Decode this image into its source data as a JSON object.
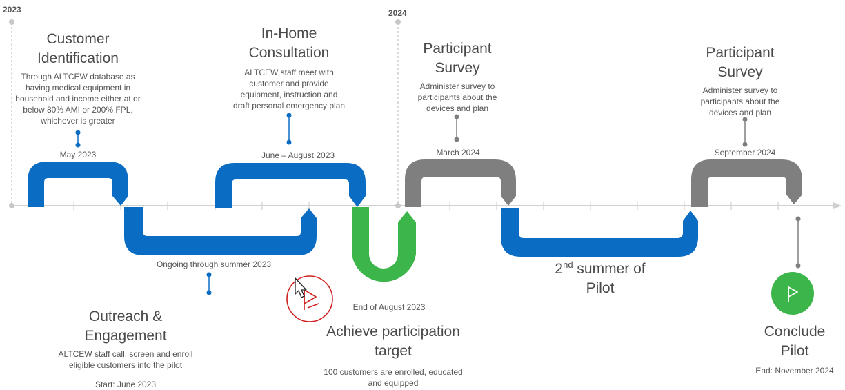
{
  "years": [
    "2023",
    "2024"
  ],
  "colors": {
    "blue": "#0a6cc2",
    "green": "#3cb54a",
    "gray": "#7f7f80",
    "axis": "#d0d0d0",
    "red": "#d02020"
  },
  "milestones": [
    {
      "title": "Customer Identification",
      "title_l1": "Customer",
      "title_l2": "Identification",
      "body": [
        "Through ALTCEW database as",
        "having medical equipment in",
        "household and income either at or",
        "below 80% AMI or 200% FPL,",
        "whichever is greater"
      ],
      "date": "May 2023"
    },
    {
      "title": "In-Home Consultation",
      "title_l1": "In-Home",
      "title_l2": "Consultation",
      "body": [
        "ALTCEW staff meet with",
        "customer and provide",
        "equipment, instruction and",
        "draft personal emergency plan"
      ],
      "date": "June – August 2023"
    },
    {
      "title": "Participant Survey",
      "title_l1": "Participant",
      "title_l2": "Survey",
      "body": [
        "Administer survey to",
        "participants about the",
        "devices and plan"
      ],
      "date": "March 2024"
    },
    {
      "title": "Participant Survey",
      "title_l1": "Participant",
      "title_l2": "Survey",
      "body": [
        "Administer survey to",
        "participants about the",
        "devices and plan"
      ],
      "date": "September 2024"
    },
    {
      "title": "Outreach & Engagement",
      "title_l1": "Outreach &",
      "title_l2": "Engagement",
      "body": [
        "ALTCEW staff call, screen and enroll",
        "eligible customers into the pilot"
      ],
      "date": "Ongoing through summer 2023",
      "extra": "Start: June 2023"
    },
    {
      "title": "Achieve participation target",
      "title_l1": "Achieve participation",
      "title_l2": "target",
      "body": [
        "100 customers are enrolled, educated",
        "and equipped"
      ],
      "date": "End of August 2023"
    },
    {
      "title_pre": "2",
      "title_sup": "nd",
      "title_post": " summer of",
      "title_l2": "Pilot"
    },
    {
      "title": "Conclude Pilot",
      "title_l1": "Conclude",
      "title_l2": "Pilot",
      "date": "End: November 2024"
    }
  ],
  "icons": [
    "flag-icon",
    "cursor-icon"
  ]
}
